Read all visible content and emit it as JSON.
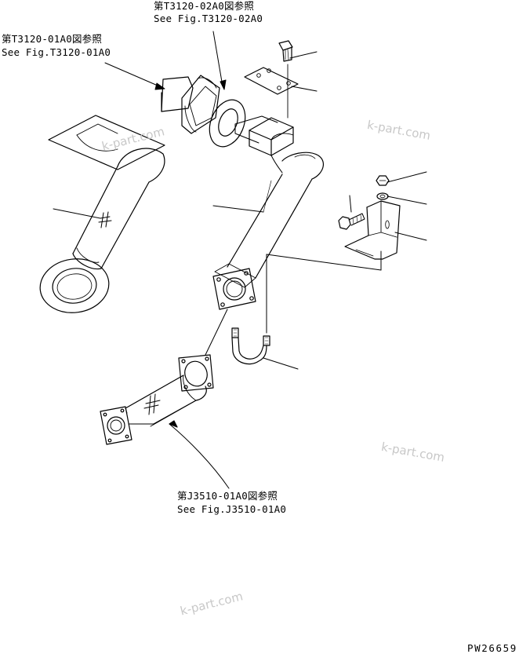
{
  "references": {
    "muffler_top": {
      "jp": "第T3120-02A0図参照",
      "en": "See Fig.T3120-02A0"
    },
    "muffler_left": {
      "jp": "第T3120-01A0図参照",
      "en": "See Fig.T3120-01A0"
    },
    "bottom": {
      "jp": "第J3510-01A0図参照",
      "en": "See Fig.J3510-01A0"
    }
  },
  "watermarks": [
    "k-part.com",
    "k-part.com",
    "k-part.com",
    "k-part.com"
  ],
  "figure_id": "PW26659"
}
